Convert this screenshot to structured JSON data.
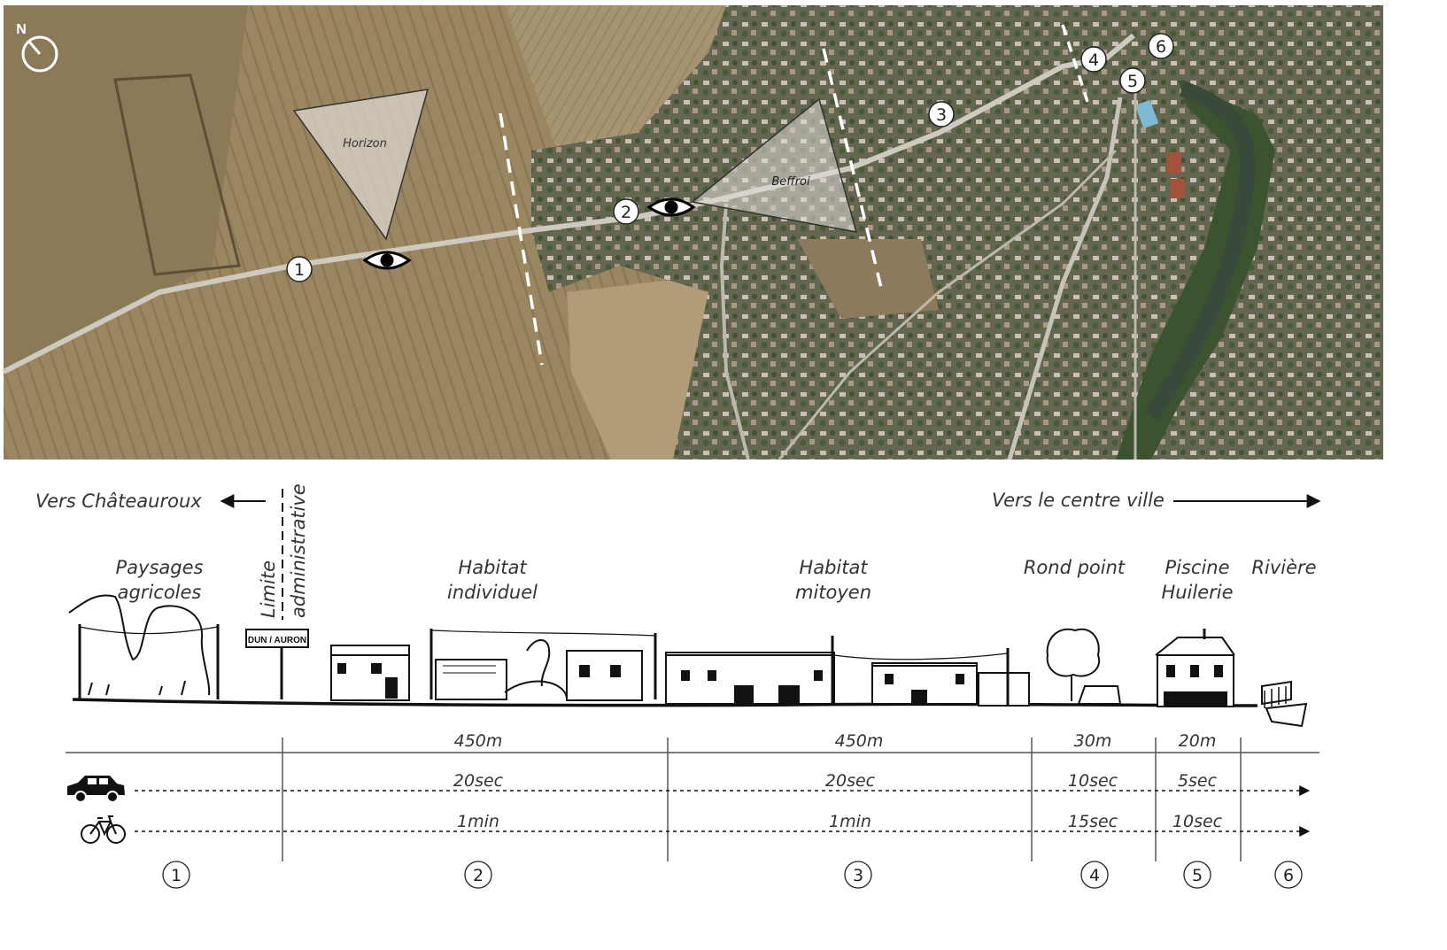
{
  "map": {
    "north_label": "N",
    "view_labels": {
      "horizon": "Horizon",
      "beffroi": "Beffroi"
    },
    "markers": [
      "1",
      "2",
      "3",
      "4",
      "5",
      "6"
    ]
  },
  "directions": {
    "left": "Vers Châteauroux",
    "right": "Vers le centre ville",
    "limit_line1": "Limite",
    "limit_line2": "administrative"
  },
  "sign_text": "DUN / AURON",
  "zones": [
    {
      "l1": "Paysages",
      "l2": "agricoles"
    },
    {
      "l1": "Habitat",
      "l2": "individuel"
    },
    {
      "l1": "Habitat",
      "l2": "mitoyen"
    },
    {
      "l1": "Rond point",
      "l2": ""
    },
    {
      "l1": "Piscine",
      "l2": "Huilerie"
    },
    {
      "l1": "Rivière",
      "l2": ""
    }
  ],
  "table": {
    "distances": [
      "450m",
      "450m",
      "30m",
      "20m"
    ],
    "car_times": [
      "20sec",
      "20sec",
      "10sec",
      "5sec"
    ],
    "bike_times": [
      "1min",
      "1min",
      "15sec",
      "10sec"
    ],
    "segment_numbers": [
      "1",
      "2",
      "3",
      "4",
      "5",
      "6"
    ]
  },
  "icons": {
    "car": "car-icon",
    "bike": "bicycle-icon",
    "eye": "eye-icon",
    "compass": "compass-icon"
  },
  "colors": {
    "field": "#8a7a5c",
    "field_light": "#a8946c",
    "village": "#6b6a58",
    "vegetation": "#3d5230",
    "road": "#cfcac0",
    "ink": "#111111"
  }
}
